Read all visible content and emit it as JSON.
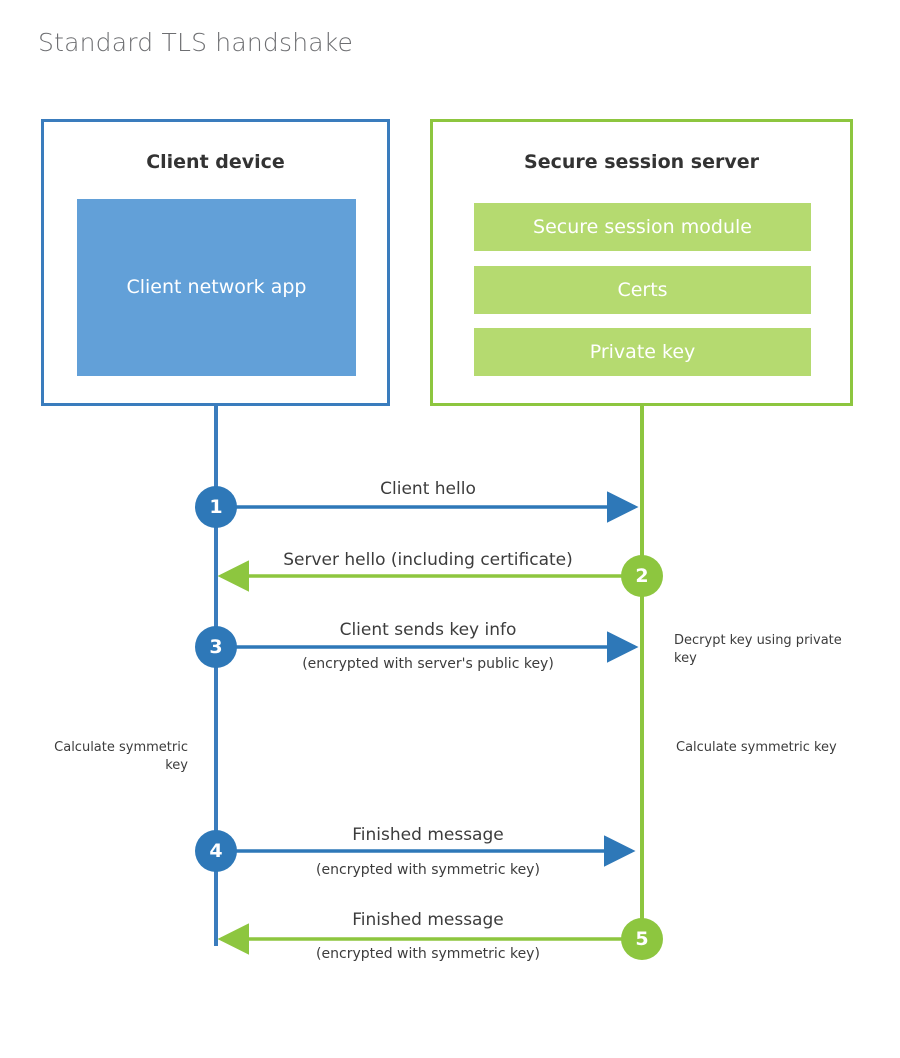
{
  "title": "Standard TLS handshake",
  "colors": {
    "client_border": "#3a7cbd",
    "client_fill": "#62a0d8",
    "client_circle": "#2e78b8",
    "server_border": "#8dc63f",
    "server_fill": "#b5da70",
    "server_circle": "#8dc63f",
    "text": "#3c3c3c",
    "title_text": "#6d6e71",
    "background": "#ffffff"
  },
  "nodes": {
    "client": {
      "title": "Client device",
      "block_label": "Client network app"
    },
    "server": {
      "title": "Secure session server",
      "blocks": [
        {
          "label": "Secure session module"
        },
        {
          "label": "Certs"
        },
        {
          "label": "Private key"
        }
      ]
    }
  },
  "steps": [
    {
      "number": "1",
      "label": "Client hello",
      "sublabel": "",
      "direction": "client-to-server",
      "actor": "client"
    },
    {
      "number": "2",
      "label": "Server hello (including certificate)",
      "sublabel": "",
      "direction": "server-to-client",
      "actor": "server"
    },
    {
      "number": "3",
      "label": "Client sends key info",
      "sublabel": "(encrypted with server's public key)",
      "direction": "client-to-server",
      "actor": "client"
    },
    {
      "number": "4",
      "label": "Finished message",
      "sublabel": "(encrypted with symmetric key)",
      "direction": "client-to-server",
      "actor": "client"
    },
    {
      "number": "5",
      "label": "Finished message",
      "sublabel": "(encrypted with symmetric key)",
      "direction": "server-to-client",
      "actor": "server"
    }
  ],
  "notes": {
    "decrypt_key": "Decrypt key using private key",
    "calculate_symmetric_key_client": "Calculate symmetric key",
    "calculate_symmetric_key_server": "Calculate symmetric key"
  }
}
